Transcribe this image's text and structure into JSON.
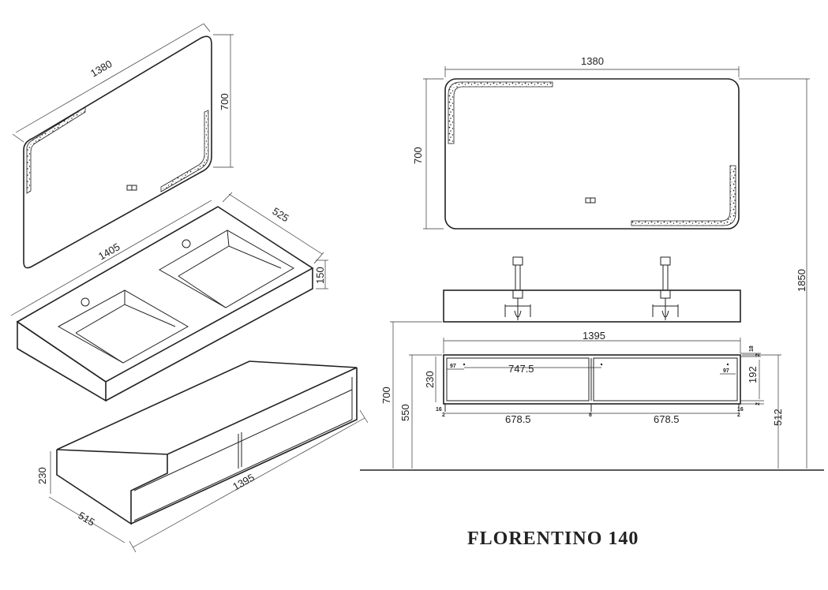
{
  "title": "FLORENTINO 140",
  "iso": {
    "mirror_width": "1380",
    "mirror_height": "700",
    "basin_width": "1405",
    "basin_depth": "525",
    "basin_height": "150",
    "cabinet_width": "1395",
    "cabinet_depth": "515",
    "cabinet_height": "230"
  },
  "front": {
    "mirror_width": "1380",
    "mirror_height": "700",
    "total_height": "1850",
    "cabinet_width": "1395",
    "install_height_left": "700",
    "floor_to_cabinet": "550",
    "drawer_height": "230",
    "handle_span": "747.5",
    "handle_offset_left": "97",
    "handle_offset_right": "97",
    "inner_height": "192",
    "right_height": "512",
    "drawer_width_left": "678.5",
    "drawer_width_right": "678.5",
    "gap_top": "18",
    "gap_top_small": "2",
    "gap_bottom_left": "16",
    "gap_bottom_right": "16",
    "gap_bottom_small": "2",
    "center_gap": "8",
    "left_small": "2",
    "right_small": "2"
  }
}
